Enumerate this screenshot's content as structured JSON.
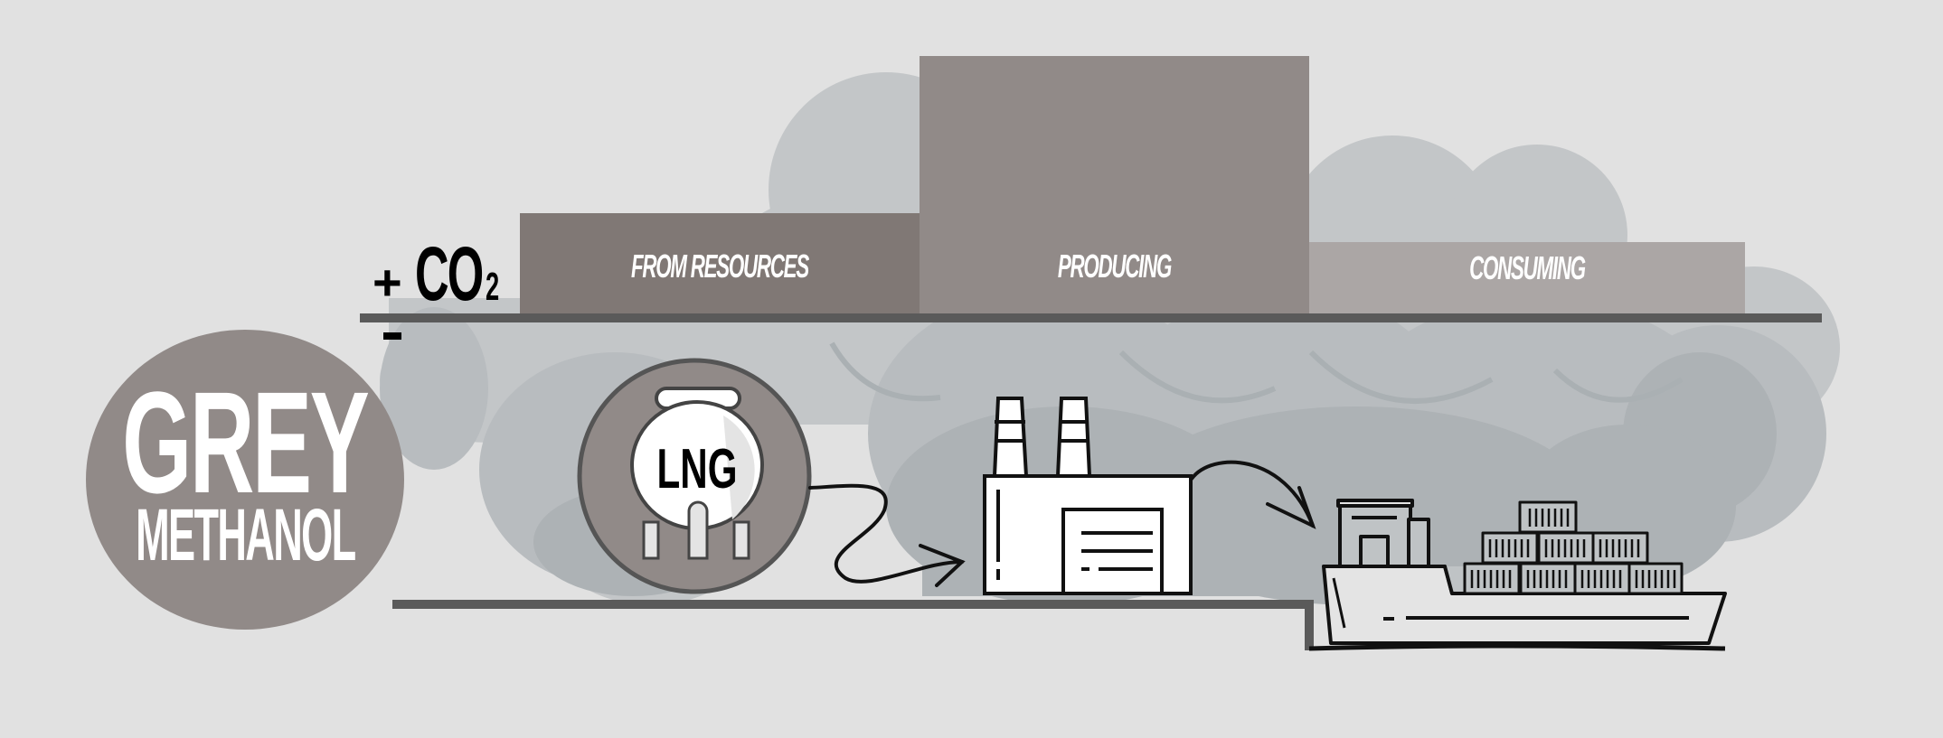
{
  "title": {
    "line1": "GREY",
    "line2": "METHANOL"
  },
  "axis": {
    "plus_label": "+",
    "co2_label": "CO",
    "co2_subscript": "2",
    "minus_label": "-"
  },
  "stages": [
    {
      "label": "FROM RESOURCES",
      "icon": "lng-tank-icon",
      "tank_label": "LNG"
    },
    {
      "label": "PRODUCING",
      "icon": "factory-icon"
    },
    {
      "label": "CONSUMING",
      "icon": "container-ship-icon"
    }
  ],
  "chart_data": {
    "type": "bar",
    "title": "GREY METHANOL",
    "ylabel": "+ CO2 / -",
    "xlabel": "",
    "categories": [
      "FROM RESOURCES",
      "PRODUCING",
      "CONSUMING"
    ],
    "values": [
      40,
      100,
      29
    ],
    "value_units": "relative CO2 emissions (approx., % of largest)",
    "colors": [
      "#807875",
      "#918a88",
      "#aba6a5"
    ],
    "grid": false,
    "legend": "none"
  },
  "colors": {
    "background": "#e1e1e1",
    "cloud": "#bec2c4",
    "axis": "#5a5a5a",
    "badge": "#918a88",
    "icon_stroke": "#111111"
  }
}
